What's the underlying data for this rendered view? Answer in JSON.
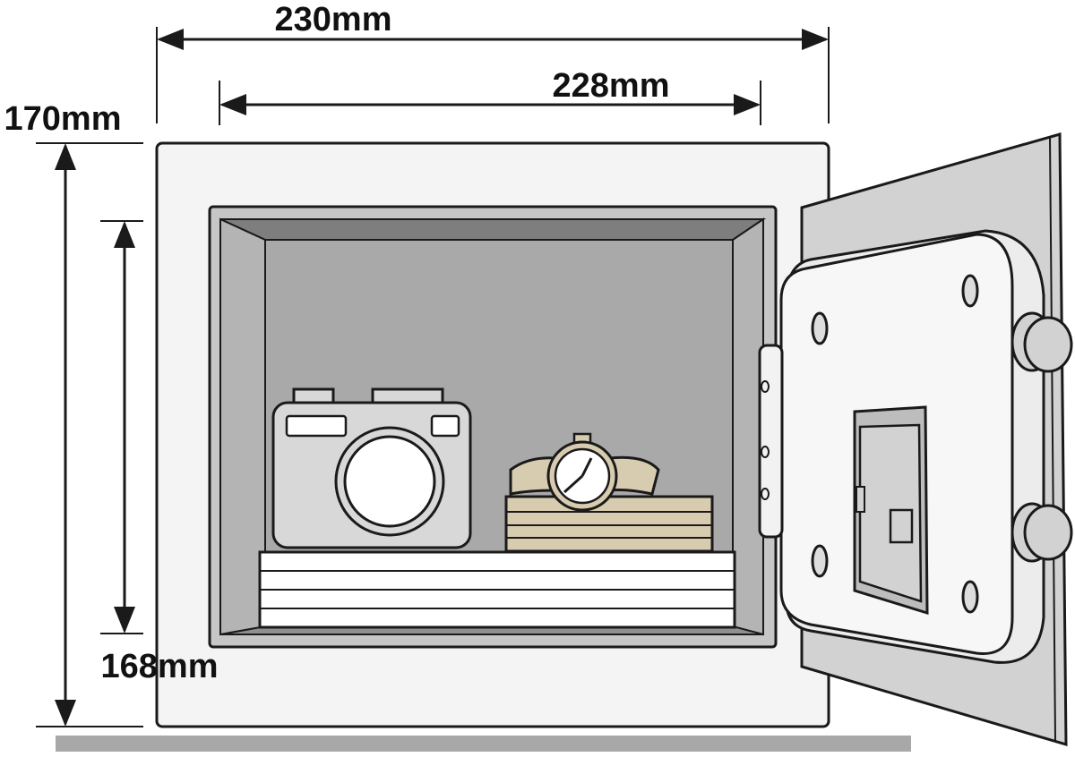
{
  "dimensions": {
    "outer_width": "230mm",
    "inner_width": "228mm",
    "outer_height": "170mm",
    "inner_height": "168mm"
  },
  "colors": {
    "body": "#f4f4f4",
    "interior": "#a9a9a9",
    "door_plate": "#d2d2d2",
    "watch": "#d8ccb0",
    "floor": "#a8a8a8"
  }
}
